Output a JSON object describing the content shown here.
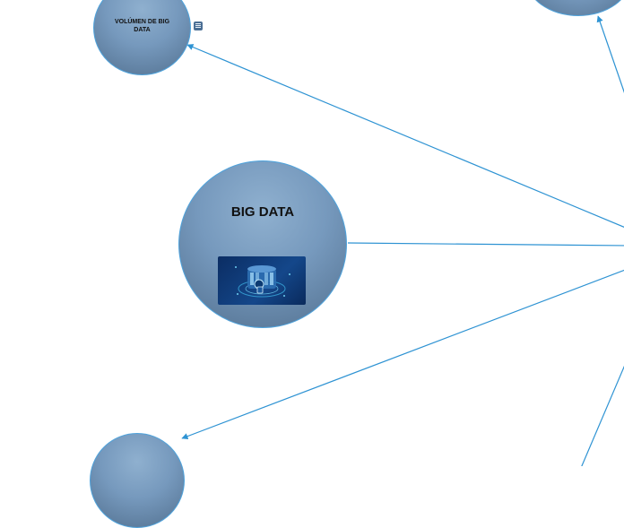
{
  "colors": {
    "connector": "#2e93d3",
    "node_fill": "#7699bd",
    "node_border": "#4fa3dc",
    "label_text": "#111111"
  },
  "nodes": {
    "volumen": {
      "label": "VOLÚMEN DE BIG DATA"
    },
    "central": {
      "label": "BIG DATA",
      "image_icon": "data-center-illustration"
    },
    "bottom": {
      "label": ""
    },
    "top_right": {
      "label": ""
    }
  },
  "icons": {
    "notes": "notes-icon"
  }
}
